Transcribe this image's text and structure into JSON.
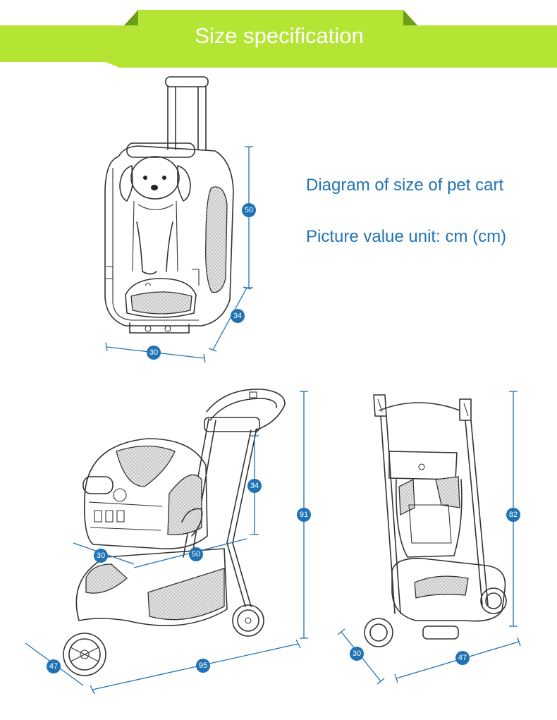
{
  "banner": {
    "title": "Size specification",
    "color": "#b5e534",
    "dark_color": "#6e9e17"
  },
  "info": {
    "line1": "Diagram of size of pet cart",
    "line2": "Picture value unit: cm (cm)"
  },
  "colors": {
    "accent": "#1f73b5"
  },
  "dimensions": {
    "backpack": {
      "height": "50",
      "depth": "34",
      "width": "30"
    },
    "stroller": {
      "seat_height": "34",
      "total_height": "91",
      "seat_depth": "30",
      "seat_width": "50",
      "width": "47",
      "length": "95"
    },
    "folded": {
      "height": "82",
      "depth": "30",
      "width": "47"
    }
  }
}
